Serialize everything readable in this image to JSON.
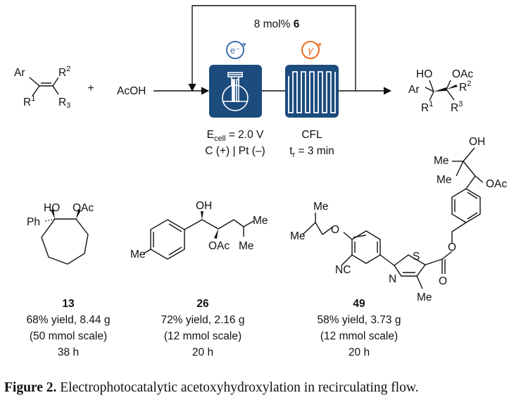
{
  "scheme": {
    "catalyst_loading": "8 mol%",
    "catalyst_id": "6",
    "reactant_aryl": "Ar",
    "reactant_r1": "R",
    "reactant_r1_sup": "1",
    "reactant_r2": "R",
    "reactant_r2_sup": "2",
    "reactant_r3": "R",
    "reactant_r3_sub": "3",
    "plus": "+",
    "reagent": "AcOH",
    "electron_badge": "e⁻",
    "photon_badge": "γ",
    "ecell_label": "E",
    "ecell_sub": "cell",
    "ecell_value": " = 2.0 V",
    "electrodes": "C (+) | Pt (–)",
    "light_source": "CFL",
    "residence_label": "t",
    "residence_sub": "r",
    "residence_value": " = 3 min",
    "product_ho": "HO",
    "product_oac": "OAc",
    "product_ar": "Ar",
    "product_r1": "R",
    "product_r1_sup": "1",
    "product_r2": "R",
    "product_r2_sup": "2",
    "product_r3": "R",
    "product_r3_sup": "3"
  },
  "examples": [
    {
      "id": "13",
      "labels": {
        "ho": "HO",
        "oac": "OAc",
        "ph": "Ph"
      },
      "yield": "68% yield, 8.44 g",
      "scale": "(50 mmol scale)",
      "time": "38 h"
    },
    {
      "id": "26",
      "labels": {
        "oh": "OH",
        "me_left": "Me",
        "me_right": "Me",
        "me_lower": "Me",
        "oac": "OAc"
      },
      "yield": "72% yield, 2.16 g",
      "scale": "(12 mmol scale)",
      "time": "20 h"
    },
    {
      "id": "49",
      "labels": {
        "oh": "OH",
        "me_a": "Me",
        "me_b": "Me",
        "oac": "OAc",
        "me_c": "Me",
        "me_d": "Me",
        "nc": "NC",
        "s": "S",
        "n": "N",
        "o": "O",
        "o_carbonyl": "O",
        "me_thiazole": "Me"
      },
      "yield": "58% yield, 3.73 g",
      "scale": "(12 mmol scale)",
      "time": "20 h"
    }
  ],
  "caption": {
    "label": "Figure 2.",
    "text": "Electrophotocatalytic acetoxyhydroxylation in recirculating flow."
  },
  "colors": {
    "reactor_fill": "#1c4b7d",
    "electron_ring": "#3d6ea8",
    "photon_ring": "#f06a1d"
  }
}
